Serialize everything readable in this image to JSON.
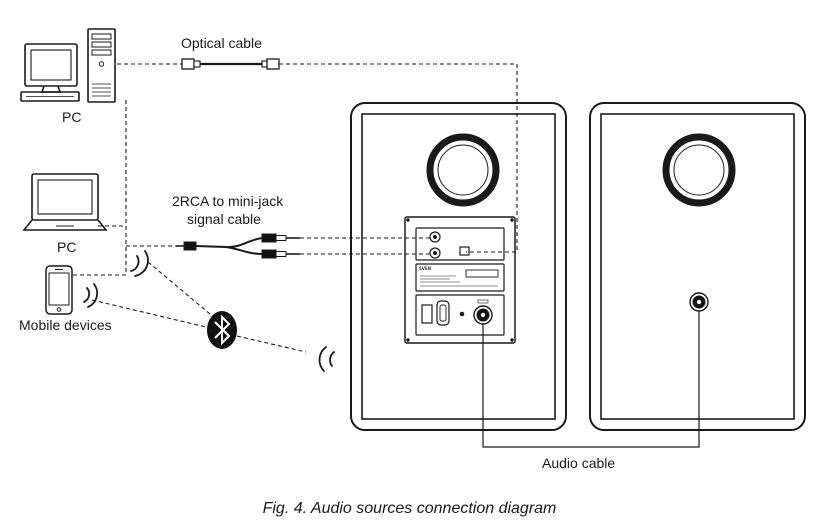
{
  "labels": {
    "optical_cable": "Optical cable",
    "pc_desktop": "PC",
    "pc_laptop": "PC",
    "rca_cable_line1": "2RCA to mini-jack",
    "rca_cable_line2": "signal cable",
    "mobile_devices": "Mobile devices",
    "audio_cable": "Audio cable",
    "panel_brand": "SVEN"
  },
  "caption": "Fig. 4. Audio sources connection diagram"
}
